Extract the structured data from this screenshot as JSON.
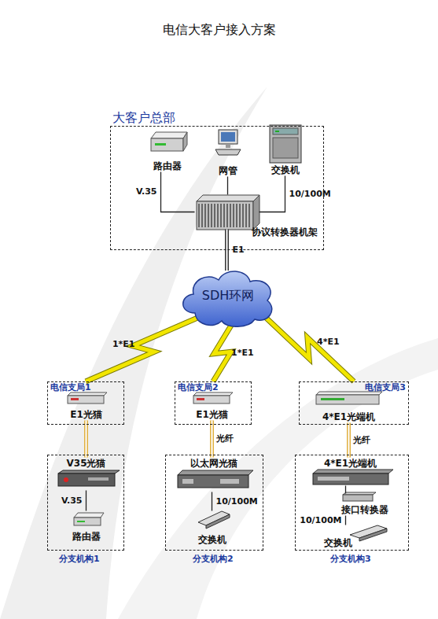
{
  "diagram": {
    "title": "电信大客户接入方案",
    "nodes": [
      {
        "text": [
          "大客户总部"
        ]
      },
      {
        "text": [
          "路由器"
        ],
        "in": 0
      },
      {
        "text": [
          "网管"
        ],
        "in": 0
      },
      {
        "text": [
          "交换机"
        ],
        "in": 0
      },
      {
        "text": [
          "协议转换器机架"
        ],
        "in": 0
      },
      {
        "text": [
          "SDH环网"
        ]
      },
      {
        "text": [
          "电信支局1"
        ]
      },
      {
        "text": [
          "E1光猫"
        ],
        "in": 6
      },
      {
        "text": [
          "电信支局2"
        ]
      },
      {
        "text": [
          "E1光猫"
        ],
        "in": 8
      },
      {
        "text": [
          "电信支局3"
        ]
      },
      {
        "text": [
          "4*E1光端机"
        ],
        "in": 10
      },
      {
        "text": [
          "分支机构1"
        ]
      },
      {
        "text": [
          "V35光猫"
        ],
        "in": 12
      },
      {
        "text": [
          "路由器"
        ],
        "in": 12
      },
      {
        "text": [
          "分支机构2"
        ]
      },
      {
        "text": [
          "以太网光猫"
        ],
        "in": 15
      },
      {
        "text": [
          "交换机"
        ],
        "in": 15
      },
      {
        "text": [
          "分支机构3"
        ]
      },
      {
        "text": [
          "4*E1光端机"
        ],
        "in": 18
      },
      {
        "text": [
          "接口转换器"
        ],
        "in": 18
      },
      {
        "text": [
          "交换机"
        ],
        "in": 18
      }
    ],
    "edges": [
      {
        "from": 1,
        "to": 4,
        "label": "V.35",
        "arrow": "none"
      },
      {
        "from": 2,
        "to": 4,
        "arrow": "none"
      },
      {
        "from": 3,
        "to": 4,
        "label": "10/100M",
        "arrow": "none"
      },
      {
        "from": 4,
        "to": 5,
        "label": "E1",
        "arrow": "none"
      },
      {
        "from": 5,
        "to": 6,
        "label": "1*E1",
        "arrow": "none"
      },
      {
        "from": 5,
        "to": 8,
        "label": "1*E1",
        "arrow": "none"
      },
      {
        "from": 5,
        "to": 10,
        "label": "4*E1",
        "arrow": "none"
      },
      {
        "from": 7,
        "to": 13,
        "arrow": "none"
      },
      {
        "from": 9,
        "to": 16,
        "label": "光纤",
        "arrow": "none"
      },
      {
        "from": 11,
        "to": 19,
        "label": "光纤",
        "arrow": "none"
      },
      {
        "from": 13,
        "to": 14,
        "label": "V.35",
        "arrow": "none"
      },
      {
        "from": 16,
        "to": 17,
        "label": "10/100M",
        "arrow": "none"
      },
      {
        "from": 19,
        "to": 20,
        "arrow": "none"
      },
      {
        "from": 20,
        "to": 21,
        "label": "10/100M",
        "arrow": "none"
      }
    ]
  }
}
